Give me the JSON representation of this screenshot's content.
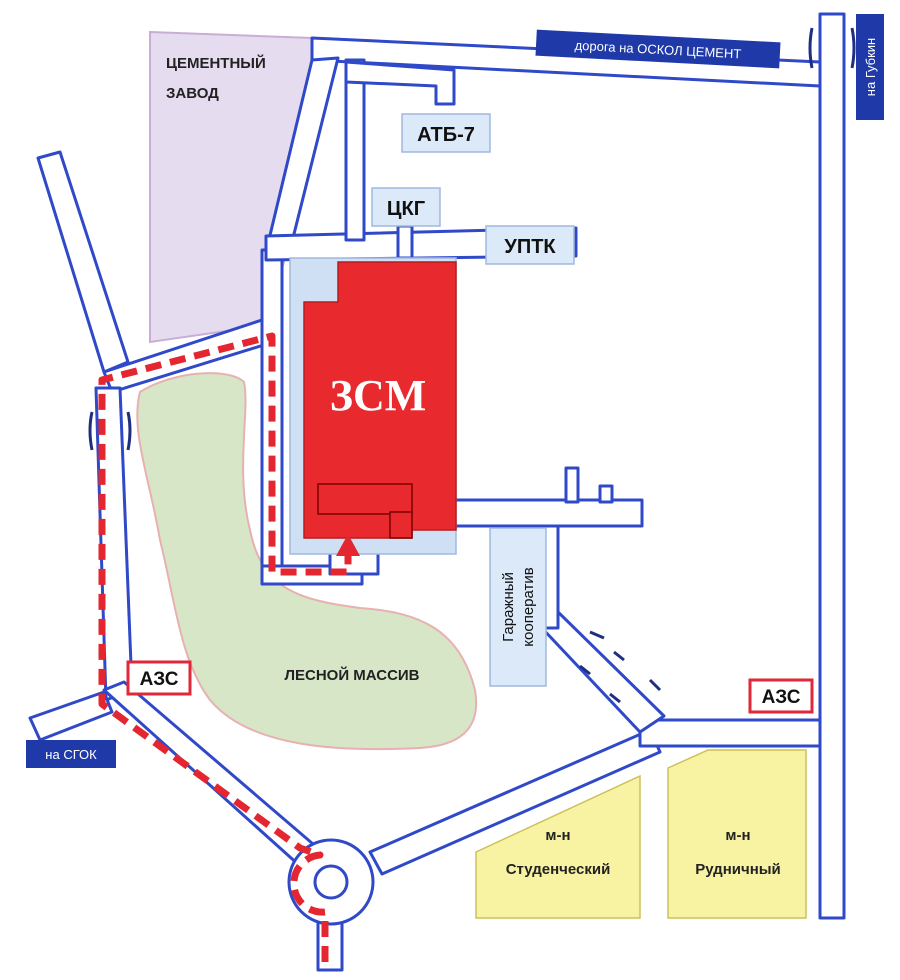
{
  "labels": {
    "cement_plant": [
      "ЦЕМЕНТНЫЙ",
      "ЗАВОД"
    ],
    "road_to_oskol": "дорога на ОСКОЛ ЦЕМЕНТ",
    "to_gubkin": "на Губкин",
    "atb7": "АТБ-7",
    "ckg": "ЦКГ",
    "uptk": "УПТК",
    "zsm": "ЗСМ",
    "garage_coop": [
      "Гаражный",
      "кооператив"
    ],
    "forest": "ЛЕСНОЙ МАССИВ",
    "azs_left": "АЗС",
    "azs_right": "АЗС",
    "to_sgok": "на СГОК",
    "district_student": [
      "м-н",
      "Студенческий"
    ],
    "district_rudnichny": [
      "м-н",
      "Рудничный"
    ]
  },
  "colors": {
    "road_outline": "#2f49c8",
    "road_fill": "#ffffff",
    "sign_blue": "#1f3aa8",
    "label_bg": "#dbe9f9",
    "factory_red": "#e8292e",
    "route_red": "#e3262f",
    "cement_plant": "#e6dcef",
    "forest": "#d8e6c8",
    "forest_border": "#e7b1b1",
    "district_yellow": "#f8f3a3",
    "yard_blue": "#cfe0f4"
  },
  "icons": [
    "route-arrow-icon",
    "bridge-icon"
  ]
}
